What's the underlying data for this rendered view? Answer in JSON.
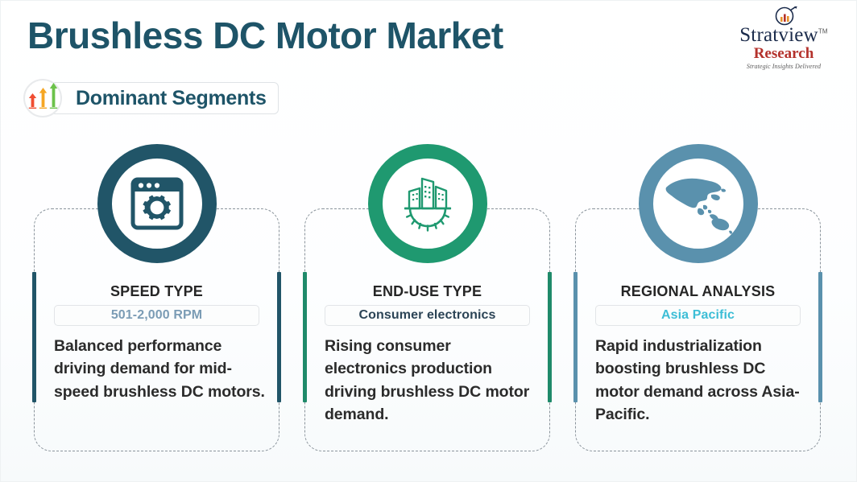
{
  "header": {
    "title": "Brushless DC Motor Market",
    "chip_label": "Dominant Segments",
    "chip_icon": "ascending-bar-arrows-icon",
    "title_color": "#1e5468"
  },
  "logo": {
    "brand": "Stratview",
    "trademark": "TM",
    "brand_second": "Research",
    "tagline": "Strategic Insights Delivered",
    "mark_icon": "magnifier-bar-chart-icon",
    "brand_color": "#1b2b4b",
    "accent_color": "#b4322c"
  },
  "cards": [
    {
      "icon": "browser-window-gear-icon",
      "accent": "#215568",
      "dash_color": "#8b949c",
      "heading": "SPEED TYPE",
      "pill_value": "501-2,000 RPM",
      "pill_color": "#7b9cb5",
      "body": "Balanced performance driving demand for mid-speed brushless DC motors."
    },
    {
      "icon": "buildings-gear-icon",
      "accent": "#1f8a6a",
      "dash_color": "#8b949c",
      "heading": "END-USE TYPE",
      "pill_value": "Consumer electronics",
      "pill_color": "#2c4456",
      "body": "Rising consumer electronics production driving brushless DC motor demand."
    },
    {
      "icon": "asia-pacific-map-icon",
      "accent": "#5a91ad",
      "dash_color": "#8b949c",
      "heading": "REGIONAL ANALYSIS",
      "pill_value": "Asia Pacific",
      "pill_color": "#3dbed6",
      "body": "Rapid industrialization boosting brushless DC motor demand across Asia-Pacific."
    }
  ]
}
